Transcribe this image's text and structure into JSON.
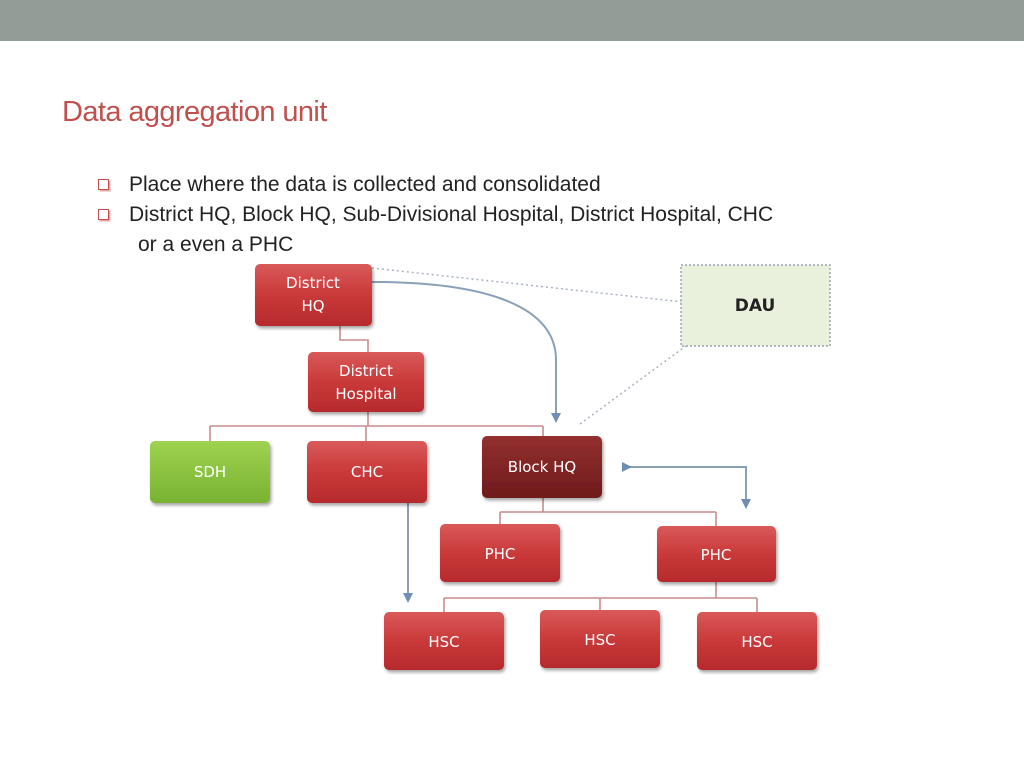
{
  "slide": {
    "title": "Data aggregation unit",
    "bullets": [
      {
        "text": "Place where the data is collected and consolidated"
      },
      {
        "text": "District HQ, Block HQ, Sub-Divisional Hospital, District Hospital, CHC",
        "continuation": "or a even a PHC"
      }
    ]
  },
  "diagram": {
    "nodes": {
      "district_hq": {
        "line1": "District",
        "line2": "HQ"
      },
      "district_hospital": {
        "line1": "District",
        "line2": "Hospital"
      },
      "sdh": "SDH",
      "chc": "CHC",
      "block_hq": "Block HQ",
      "phc_1": "PHC",
      "phc_2": "PHC",
      "hsc_1": "HSC",
      "hsc_2": "HSC",
      "hsc_3": "HSC",
      "dau": "DAU"
    },
    "colors": {
      "node_red": "#c9393a",
      "node_dark": "#7d1f22",
      "node_green": "#8dc63f",
      "dau_fill": "#e9f1dc",
      "connector": "#8aa0b9",
      "title": "#c0504d",
      "top_bar": "#929d97"
    }
  }
}
